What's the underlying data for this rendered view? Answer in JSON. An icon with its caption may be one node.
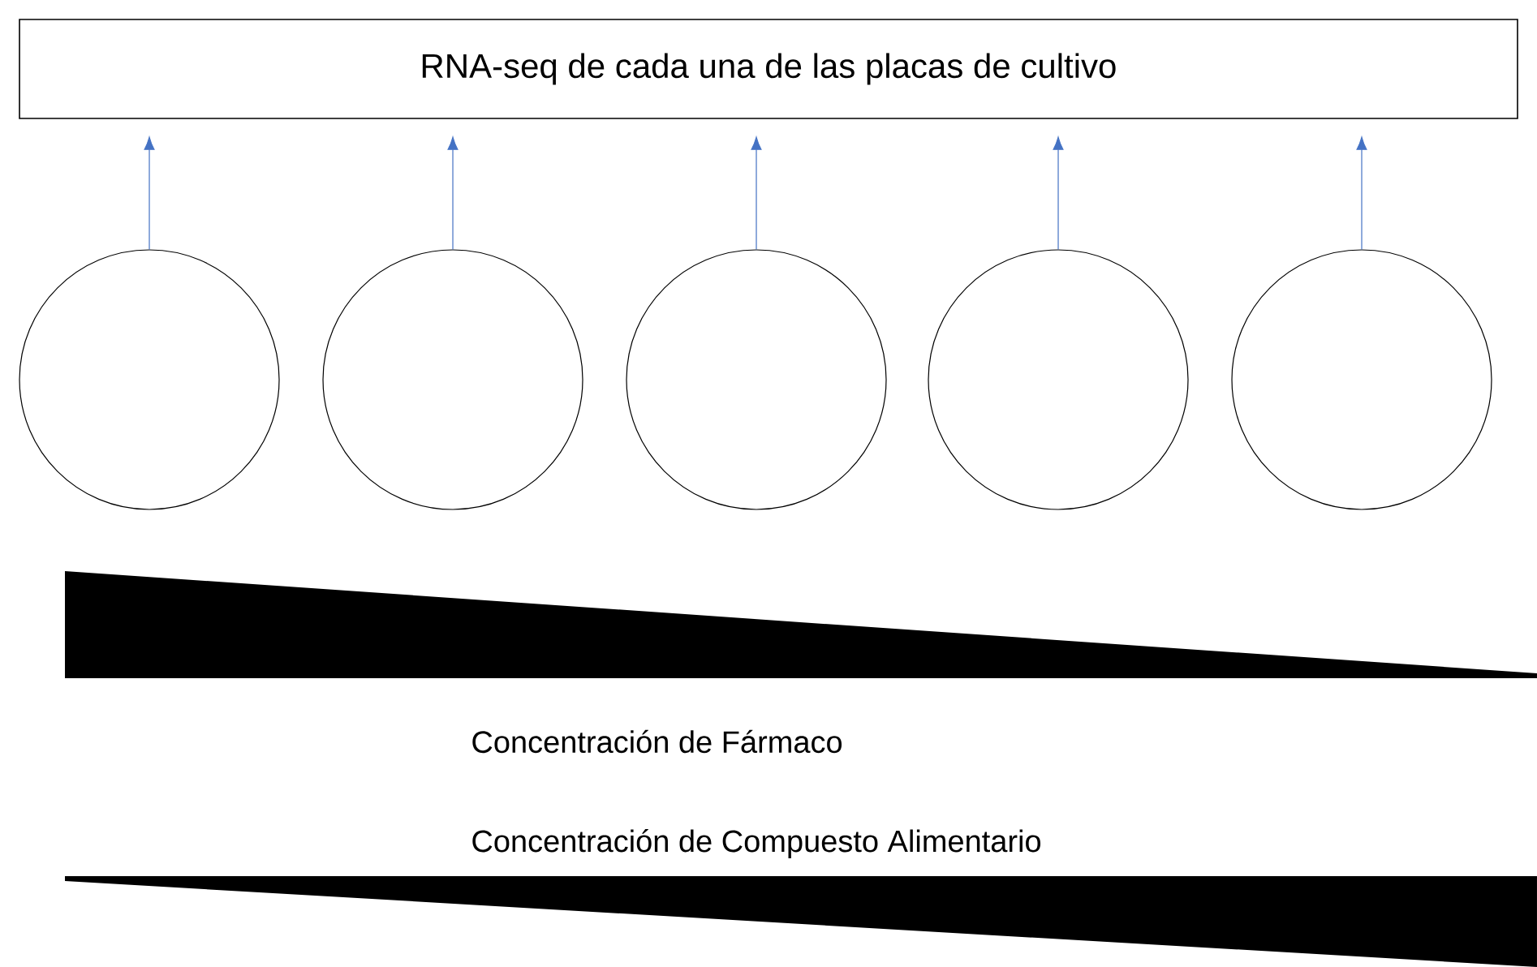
{
  "diagram": {
    "nodes": [
      {
        "text": [
          "RNA-seq de cada una de las placas de cultivo"
        ]
      },
      {
        "text": [],
        "shape": "circle"
      },
      {
        "text": [],
        "shape": "circle"
      },
      {
        "text": [],
        "shape": "circle"
      },
      {
        "text": [],
        "shape": "circle"
      },
      {
        "text": [],
        "shape": "circle"
      },
      {
        "text": [],
        "shape": "triangle"
      },
      {
        "text": [],
        "shape": "triangle"
      }
    ],
    "edges": [
      {
        "from": 1,
        "to": 0,
        "arrow": "to"
      },
      {
        "from": 2,
        "to": 0,
        "arrow": "to"
      },
      {
        "from": 3,
        "to": 0,
        "arrow": "to"
      },
      {
        "from": 4,
        "to": 0,
        "arrow": "to"
      },
      {
        "from": 5,
        "to": 0,
        "arrow": "to"
      }
    ],
    "labels": [
      "Concentración de Fármaco",
      "Concentración de Compuesto Alimentario"
    ]
  }
}
